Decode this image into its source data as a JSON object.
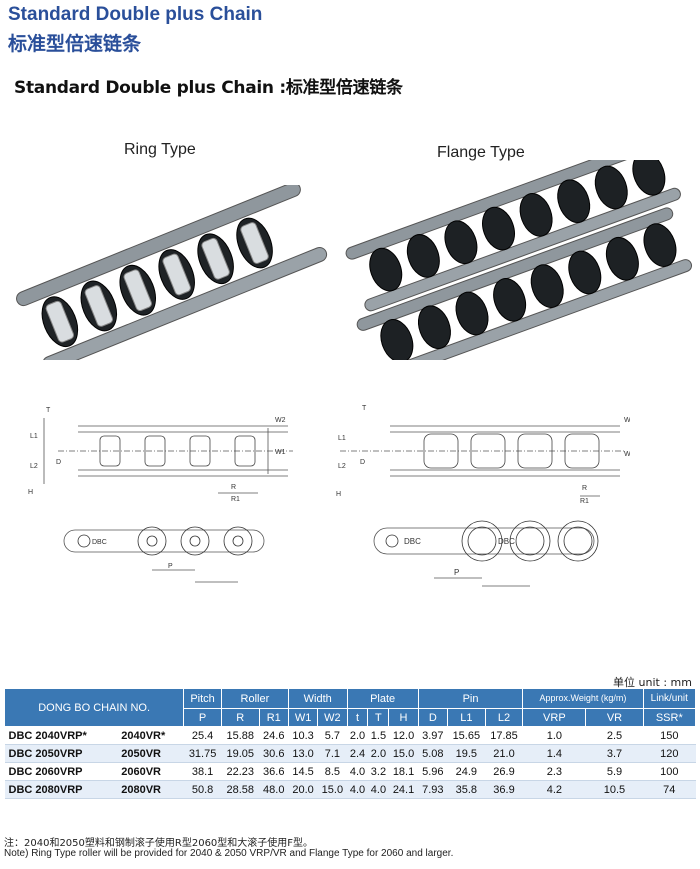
{
  "header": {
    "title_en": "Standard Double plus Chain",
    "title_cn": "标准型倍速链条",
    "subtitle": "Standard Double plus Chain :标准型倍速链条"
  },
  "figures": {
    "ring_label": "Ring Type",
    "flange_label": "Flange Type"
  },
  "drawing": {
    "dbc": "DBC",
    "dims": {
      "t": "T",
      "l1": "L1",
      "l2": "L2",
      "d": "D",
      "h": "H",
      "r": "R",
      "r1": "R1",
      "w1": "W1",
      "w2": "W2",
      "p": "P"
    }
  },
  "unit_text": "单位 unit : mm",
  "table": {
    "col_model": "DONG BO CHAIN NO.",
    "groups": {
      "pitch": "Pitch",
      "roller": "Roller",
      "width": "Width",
      "plate": "Plate",
      "pin": "Pin",
      "weight": "Approx.Weight (kg/m)",
      "link": "Link/unit"
    },
    "sub": [
      "P",
      "R",
      "R1",
      "W1",
      "W2",
      "t",
      "T",
      "H",
      "D",
      "L1",
      "L2",
      "VRP",
      "VR",
      "SSR*"
    ],
    "rows": [
      {
        "vrp": "DBC 2040VRP*",
        "vr": "2040VR*",
        "cells": [
          "25.4",
          "15.88",
          "24.6",
          "10.3",
          "5.7",
          "2.0",
          "1.5",
          "12.0",
          "3.97",
          "15.65",
          "17.85",
          "1.0",
          "2.5",
          "150"
        ]
      },
      {
        "vrp": "DBC 2050VRP",
        "vr": "2050VR",
        "cells": [
          "31.75",
          "19.05",
          "30.6",
          "13.0",
          "7.1",
          "2.4",
          "2.0",
          "15.0",
          "5.08",
          "19.5",
          "21.0",
          "1.4",
          "3.7",
          "120"
        ]
      },
      {
        "vrp": "DBC 2060VRP",
        "vr": "2060VR",
        "cells": [
          "38.1",
          "22.23",
          "36.6",
          "14.5",
          "8.5",
          "4.0",
          "3.2",
          "18.1",
          "5.96",
          "24.9",
          "26.9",
          "2.3",
          "5.9",
          "100"
        ]
      },
      {
        "vrp": "DBC 2080VRP",
        "vr": "2080VR",
        "cells": [
          "50.8",
          "28.58",
          "48.0",
          "20.0",
          "15.0",
          "4.0",
          "4.0",
          "24.1",
          "7.93",
          "35.8",
          "36.9",
          "4.2",
          "10.5",
          "74"
        ]
      }
    ]
  },
  "notes": {
    "cn": "注：2040和2050塑料和钢制滚子使用R型2060型和大滚子使用F型。",
    "en": "Note) Ring Type roller will be provided for 2040 & 2050 VRP/VR and Flange Type for 2060 and  larger."
  }
}
